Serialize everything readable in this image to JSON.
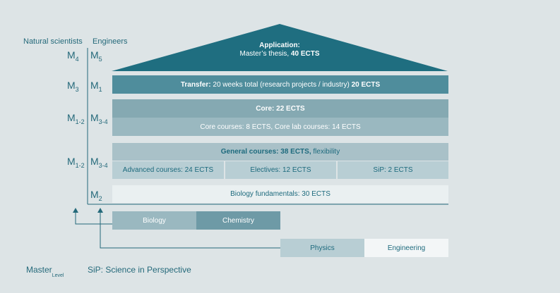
{
  "headers": {
    "natural_scientists": "Natural scientists",
    "engineers": "Engineers"
  },
  "levels": {
    "row1": {
      "left_base": "M",
      "left_sub": "4",
      "right_base": "M",
      "right_sub": "5"
    },
    "row2": {
      "left_base": "M",
      "left_sub": "3",
      "right_base": "M",
      "right_sub": "1"
    },
    "row3": {
      "left_base": "M",
      "left_sub": "1-2",
      "right_base": "M",
      "right_sub": "3-4"
    },
    "row4": {
      "left_base": "M",
      "left_sub": "1-2",
      "right_base": "M",
      "right_sub": "3-4"
    },
    "row5": {
      "right_base": "M",
      "right_sub": "2"
    }
  },
  "roof": {
    "title": "Application:",
    "line2_plain": "Master’s thesis, ",
    "line2_bold": "40 ECTS"
  },
  "transfer": {
    "bold": "Transfer:",
    "plain": " 20 weeks total (research projects / industry) ",
    "bold2": "20 ECTS"
  },
  "core": {
    "title": "Core: 22 ECTS",
    "detail": "Core courses: 8 ECTS, Core lab courses: 14 ECTS"
  },
  "general": {
    "title_bold": "General courses: 38 ECTS,",
    "title_plain": " flexibility",
    "advanced": "Advanced courses: 24 ECTS",
    "electives": "Electives: 12 ECTS",
    "sip": "SiP: 2 ECTS"
  },
  "fundamentals": "Biology fundamentals: 30 ECTS",
  "entry_boxes": {
    "biology": "Biology",
    "chemistry": "Chemistry",
    "physics": "Physics",
    "engineering": "Engineering"
  },
  "legend": {
    "master": "Master",
    "level_sub": "Level",
    "sip": "SiP: Science in Perspective"
  },
  "colors": {
    "dark": "#4f8d9c",
    "roof": "#1f6e80",
    "background": "#dde4e6"
  }
}
